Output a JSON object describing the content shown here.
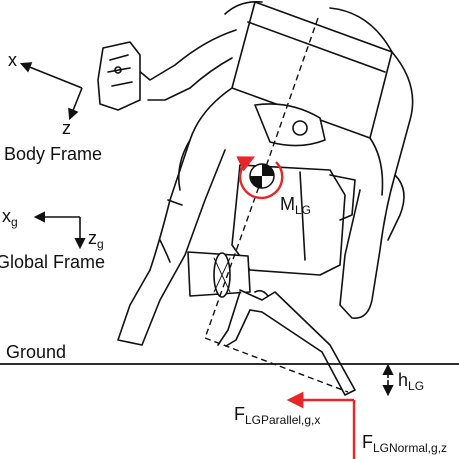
{
  "frames": {
    "body": {
      "x_label": "x",
      "z_label": "z",
      "title": "Body Frame"
    },
    "global": {
      "x_label": "x",
      "x_sub": "g",
      "z_label": "z",
      "z_sub": "g",
      "title": "Global Frame"
    }
  },
  "ground": {
    "label": "Ground"
  },
  "moment": {
    "label": "M",
    "sub": "LG"
  },
  "height": {
    "label": "h",
    "sub": "LG"
  },
  "forces": {
    "parallel": {
      "label": "F",
      "sub": "LGParallel,g,x"
    },
    "normal": {
      "label": "F",
      "sub": "LGNormal,g,z"
    }
  },
  "colors": {
    "force_arrow": "#e8262a",
    "moment_ring": "#e8262a",
    "line": "#111111"
  },
  "icons": [
    "center-of-mass-icon",
    "moment-arrow-icon",
    "robot-figure"
  ]
}
